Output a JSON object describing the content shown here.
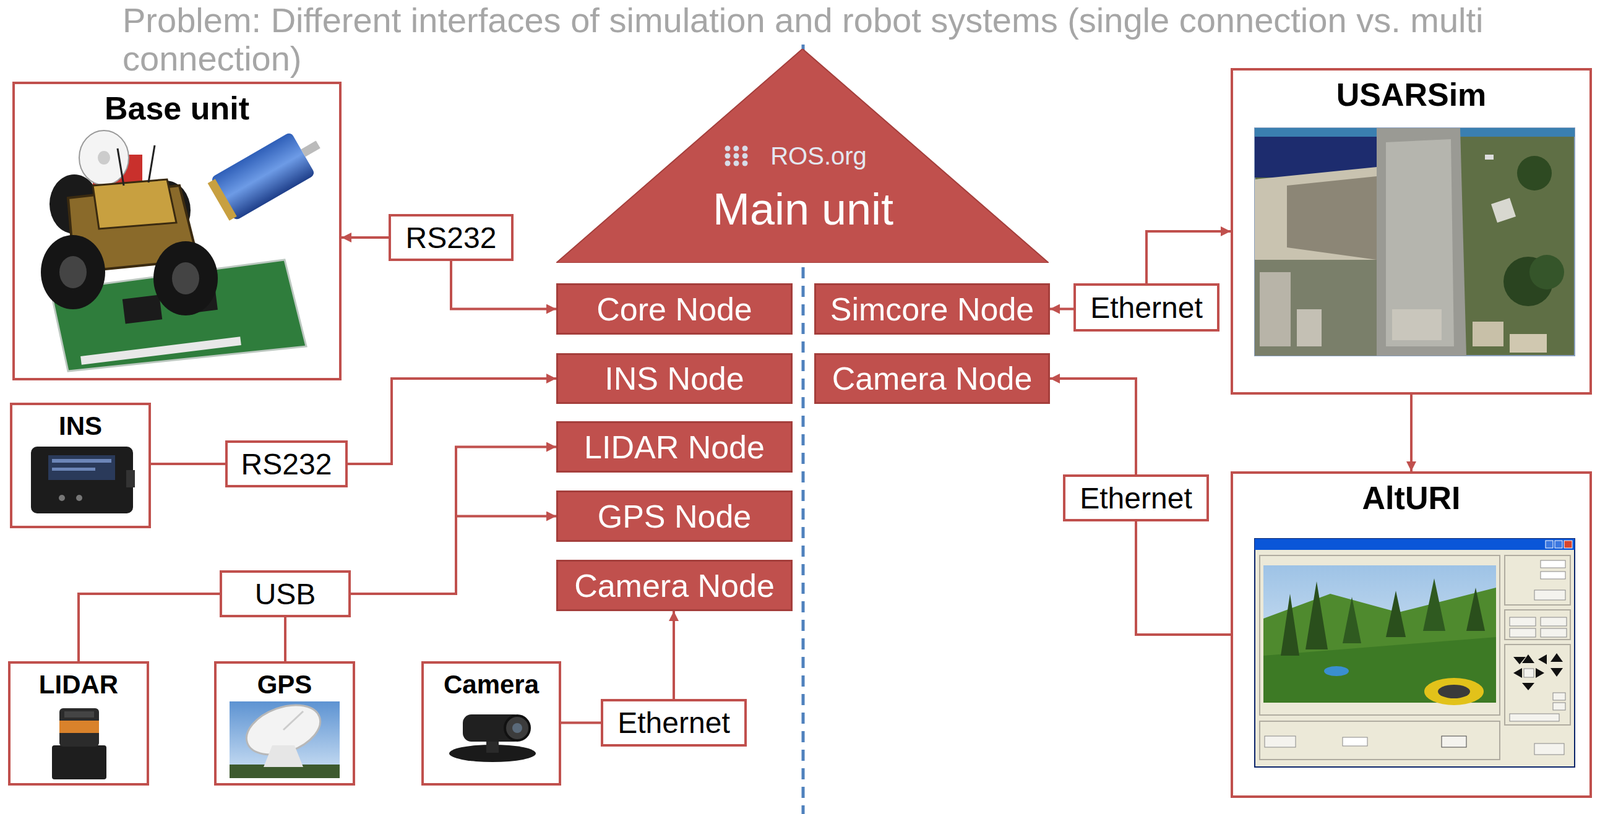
{
  "diagram": {
    "title": "Problem: Different interfaces of simulation and robot systems (single connection vs. multi connection)",
    "nodes": [
      {
        "text": [
          "ROS.org",
          "Main unit"
        ]
      },
      {
        "text": [
          "Base unit"
        ]
      },
      {
        "text": [
          "USARSim"
        ]
      },
      {
        "text": [
          "RS232"
        ]
      },
      {
        "text": [
          "Core Node"
        ]
      },
      {
        "text": [
          "Simcore Node"
        ]
      },
      {
        "text": [
          "Ethernet"
        ]
      },
      {
        "text": [
          "INS Node"
        ]
      },
      {
        "text": [
          "Camera Node"
        ]
      },
      {
        "text": [
          "INS"
        ]
      },
      {
        "text": [
          "RS232"
        ]
      },
      {
        "text": [
          "LIDAR Node"
        ]
      },
      {
        "text": [
          "Ethernet"
        ]
      },
      {
        "text": [
          "AltURI"
        ]
      },
      {
        "text": [
          "GPS Node"
        ]
      },
      {
        "text": [
          "USB"
        ]
      },
      {
        "text": [
          "Camera Node"
        ]
      },
      {
        "text": [
          "LIDAR"
        ]
      },
      {
        "text": [
          "GPS"
        ]
      },
      {
        "text": [
          "Camera"
        ]
      },
      {
        "text": [
          "Ethernet"
        ]
      }
    ],
    "edges": [
      {
        "from": 3,
        "to": 1,
        "arrow": "to"
      },
      {
        "from": 3,
        "to": 4,
        "arrow": "to"
      },
      {
        "from": 9,
        "to": 10,
        "arrow": "none"
      },
      {
        "from": 10,
        "to": 7,
        "arrow": "to"
      },
      {
        "from": 17,
        "to": 15,
        "arrow": "none"
      },
      {
        "from": 18,
        "to": 15,
        "arrow": "none"
      },
      {
        "from": 15,
        "to": 11,
        "arrow": "to"
      },
      {
        "from": 15,
        "to": 14,
        "arrow": "to"
      },
      {
        "from": 19,
        "to": 20,
        "arrow": "none"
      },
      {
        "from": 20,
        "to": 16,
        "arrow": "to"
      },
      {
        "from": 6,
        "to": 5,
        "arrow": "to"
      },
      {
        "from": 6,
        "to": 2,
        "arrow": "to"
      },
      {
        "from": 2,
        "to": 13,
        "arrow": "to"
      },
      {
        "from": 13,
        "to": 12,
        "arrow": "none"
      },
      {
        "from": 12,
        "to": 8,
        "arrow": "to"
      }
    ]
  }
}
